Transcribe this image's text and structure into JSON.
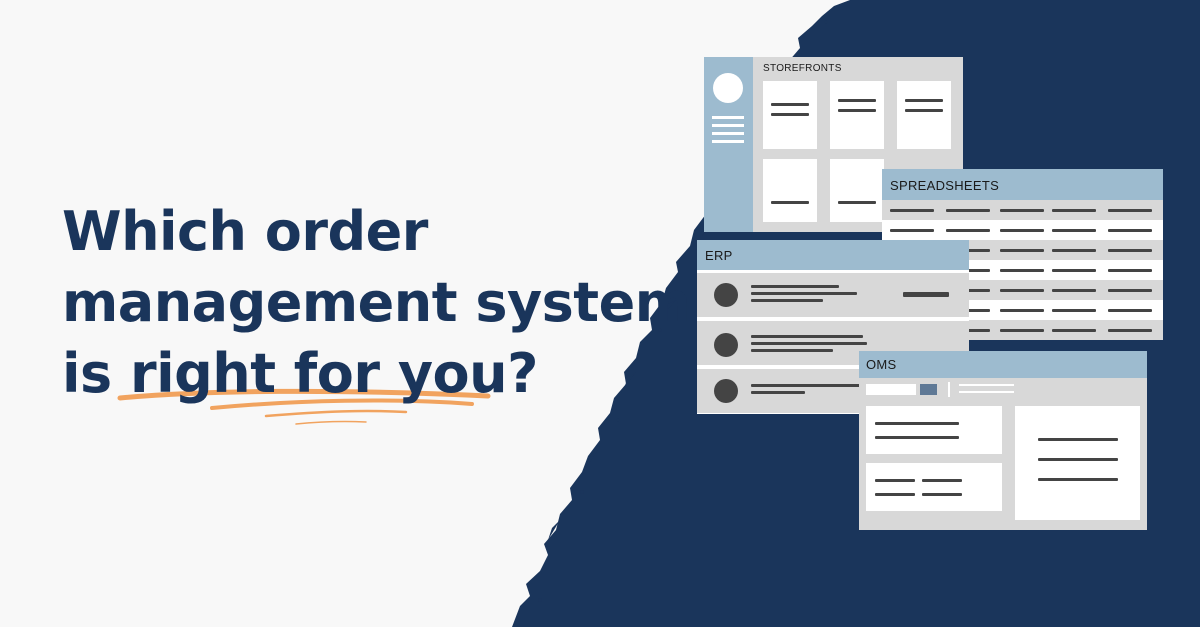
{
  "headline": {
    "line1": "Which order",
    "line2": "management system",
    "line3_prefix": "is ",
    "line3_highlight": "right for you?"
  },
  "colors": {
    "background": "#f8f8f8",
    "navy": "#1a355b",
    "accent_orange": "#f1a35f",
    "window_header": "#9dbbcf",
    "window_body": "#d8d8d8",
    "card": "#ffffff",
    "line": "#444444"
  },
  "windows": {
    "storefronts": {
      "title": "STOREFRONTS"
    },
    "spreadsheets": {
      "title": "SPREADSHEETS"
    },
    "erp": {
      "title": "ERP"
    },
    "oms": {
      "title": "OMS"
    }
  }
}
